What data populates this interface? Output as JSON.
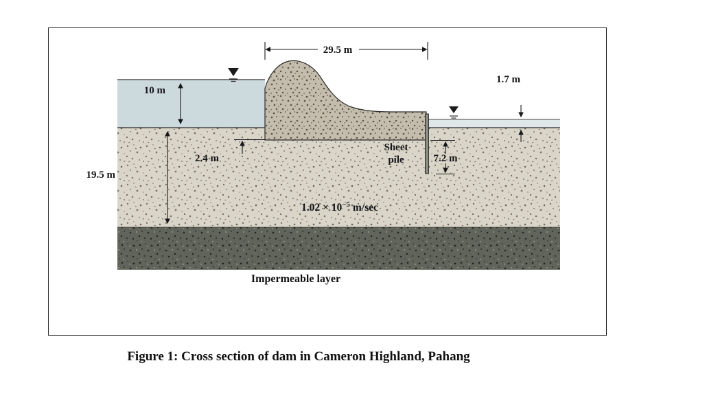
{
  "figure": {
    "caption": "Figure 1: Cross section of dam in Cameron Highland, Pahang"
  },
  "diagram": {
    "labels": {
      "crest_width": "29.5 m",
      "upstream_water_depth": "10 m",
      "downstream_water_depth": "1.7 m",
      "dam_embedment_depth": "2.4 m",
      "sheet_pile_line1": "Sheet",
      "sheet_pile_line2": "pile",
      "sheet_pile_depth": "7.2 m",
      "permeable_layer_thickness": "19.5 m",
      "permeability_base": "1.02 × 10",
      "permeability_exponent": "−5",
      "permeability_unit": " m/sec",
      "impermeable_layer": "Impermeable layer"
    },
    "values": {
      "crest_width_m": 29.5,
      "upstream_water_depth_m": 10,
      "downstream_water_depth_m": 1.7,
      "dam_embedment_depth_m": 2.4,
      "sheet_pile_depth_m": 7.2,
      "permeable_layer_thickness_m": 19.5,
      "permeability_m_per_sec": "1.02e-5"
    },
    "colors": {
      "water": "#ccd9dd",
      "downstream_water": "#dfe7e9",
      "soil": "#d9d5c8",
      "dam": "#c4bdad",
      "impermeable": "#61645a"
    }
  }
}
